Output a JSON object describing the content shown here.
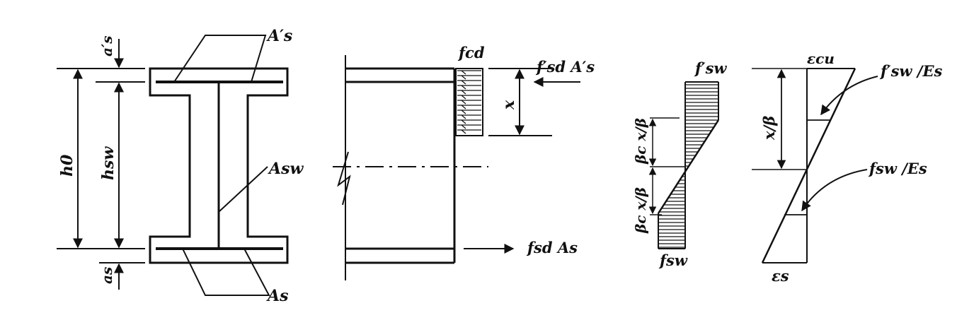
{
  "cross_section": {
    "a_s_top": "a′s",
    "a_s_bottom": "as",
    "h0": "h0",
    "hsw": "hsw",
    "A_s_top": "A′s",
    "A_sw": "Asw",
    "A_s_bottom": "As"
  },
  "side_view": {
    "fcd": "fcd",
    "x": "x",
    "fsd_top_force": "f′sd A′s",
    "fsd_bottom_force": "fsd As"
  },
  "web_stress": {
    "fsw_top": "f′sw",
    "fsw_bottom": "fsw",
    "beta_top": "βc x/β",
    "beta_bottom": "βc x/β"
  },
  "strain": {
    "ecu": "εcu",
    "x_beta": "x/β",
    "fsw_top_Es": "f′sw /Es",
    "fsw_Es": "fsw /Es",
    "es": "εs"
  }
}
